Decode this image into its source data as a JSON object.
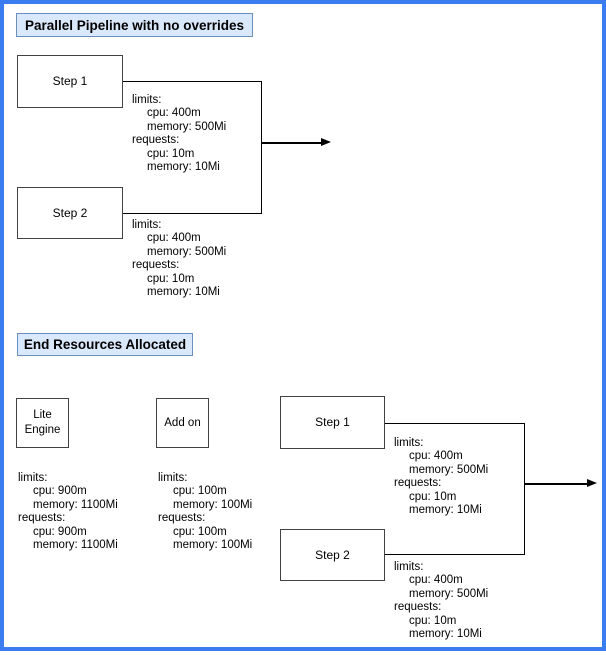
{
  "colors": {
    "frame_border": "#3b7df0",
    "title_fill": "#dae8fc",
    "title_border": "#6c8ebf",
    "node_border": "#424242",
    "connector": "#000000"
  },
  "s1": {
    "title": "Parallel Pipeline with no overrides",
    "step1_label": "Step 1",
    "step2_label": "Step 2",
    "res_step1": [
      "limits:",
      "cpu: 400m",
      "memory: 500Mi",
      "requests:",
      "cpu: 10m",
      "memory: 10Mi"
    ],
    "res_step2": [
      "limits:",
      "cpu: 400m",
      "memory: 500Mi",
      "requests:",
      "cpu: 10m",
      "memory: 10Mi"
    ]
  },
  "s2": {
    "title": "End Resources Allocated",
    "lite_engine_line1": "Lite",
    "lite_engine_line2": "Engine",
    "addon_label": "Add on",
    "step1_label": "Step 1",
    "step2_label": "Step 2",
    "res_lite_engine": [
      "limits:",
      "cpu: 900m",
      "memory: 1100Mi",
      "requests:",
      "cpu: 900m",
      "memory: 1100Mi"
    ],
    "res_addon": [
      "limits:",
      "cpu: 100m",
      "memory: 100Mi",
      "requests:",
      "cpu: 100m",
      "memory: 100Mi"
    ],
    "res_step1": [
      "limits:",
      "cpu: 400m",
      "memory: 500Mi",
      "requests:",
      "cpu: 10m",
      "memory: 10Mi"
    ],
    "res_step2": [
      "limits:",
      "cpu: 400m",
      "memory: 500Mi",
      "requests:",
      "cpu: 10m",
      "memory: 10Mi"
    ]
  }
}
